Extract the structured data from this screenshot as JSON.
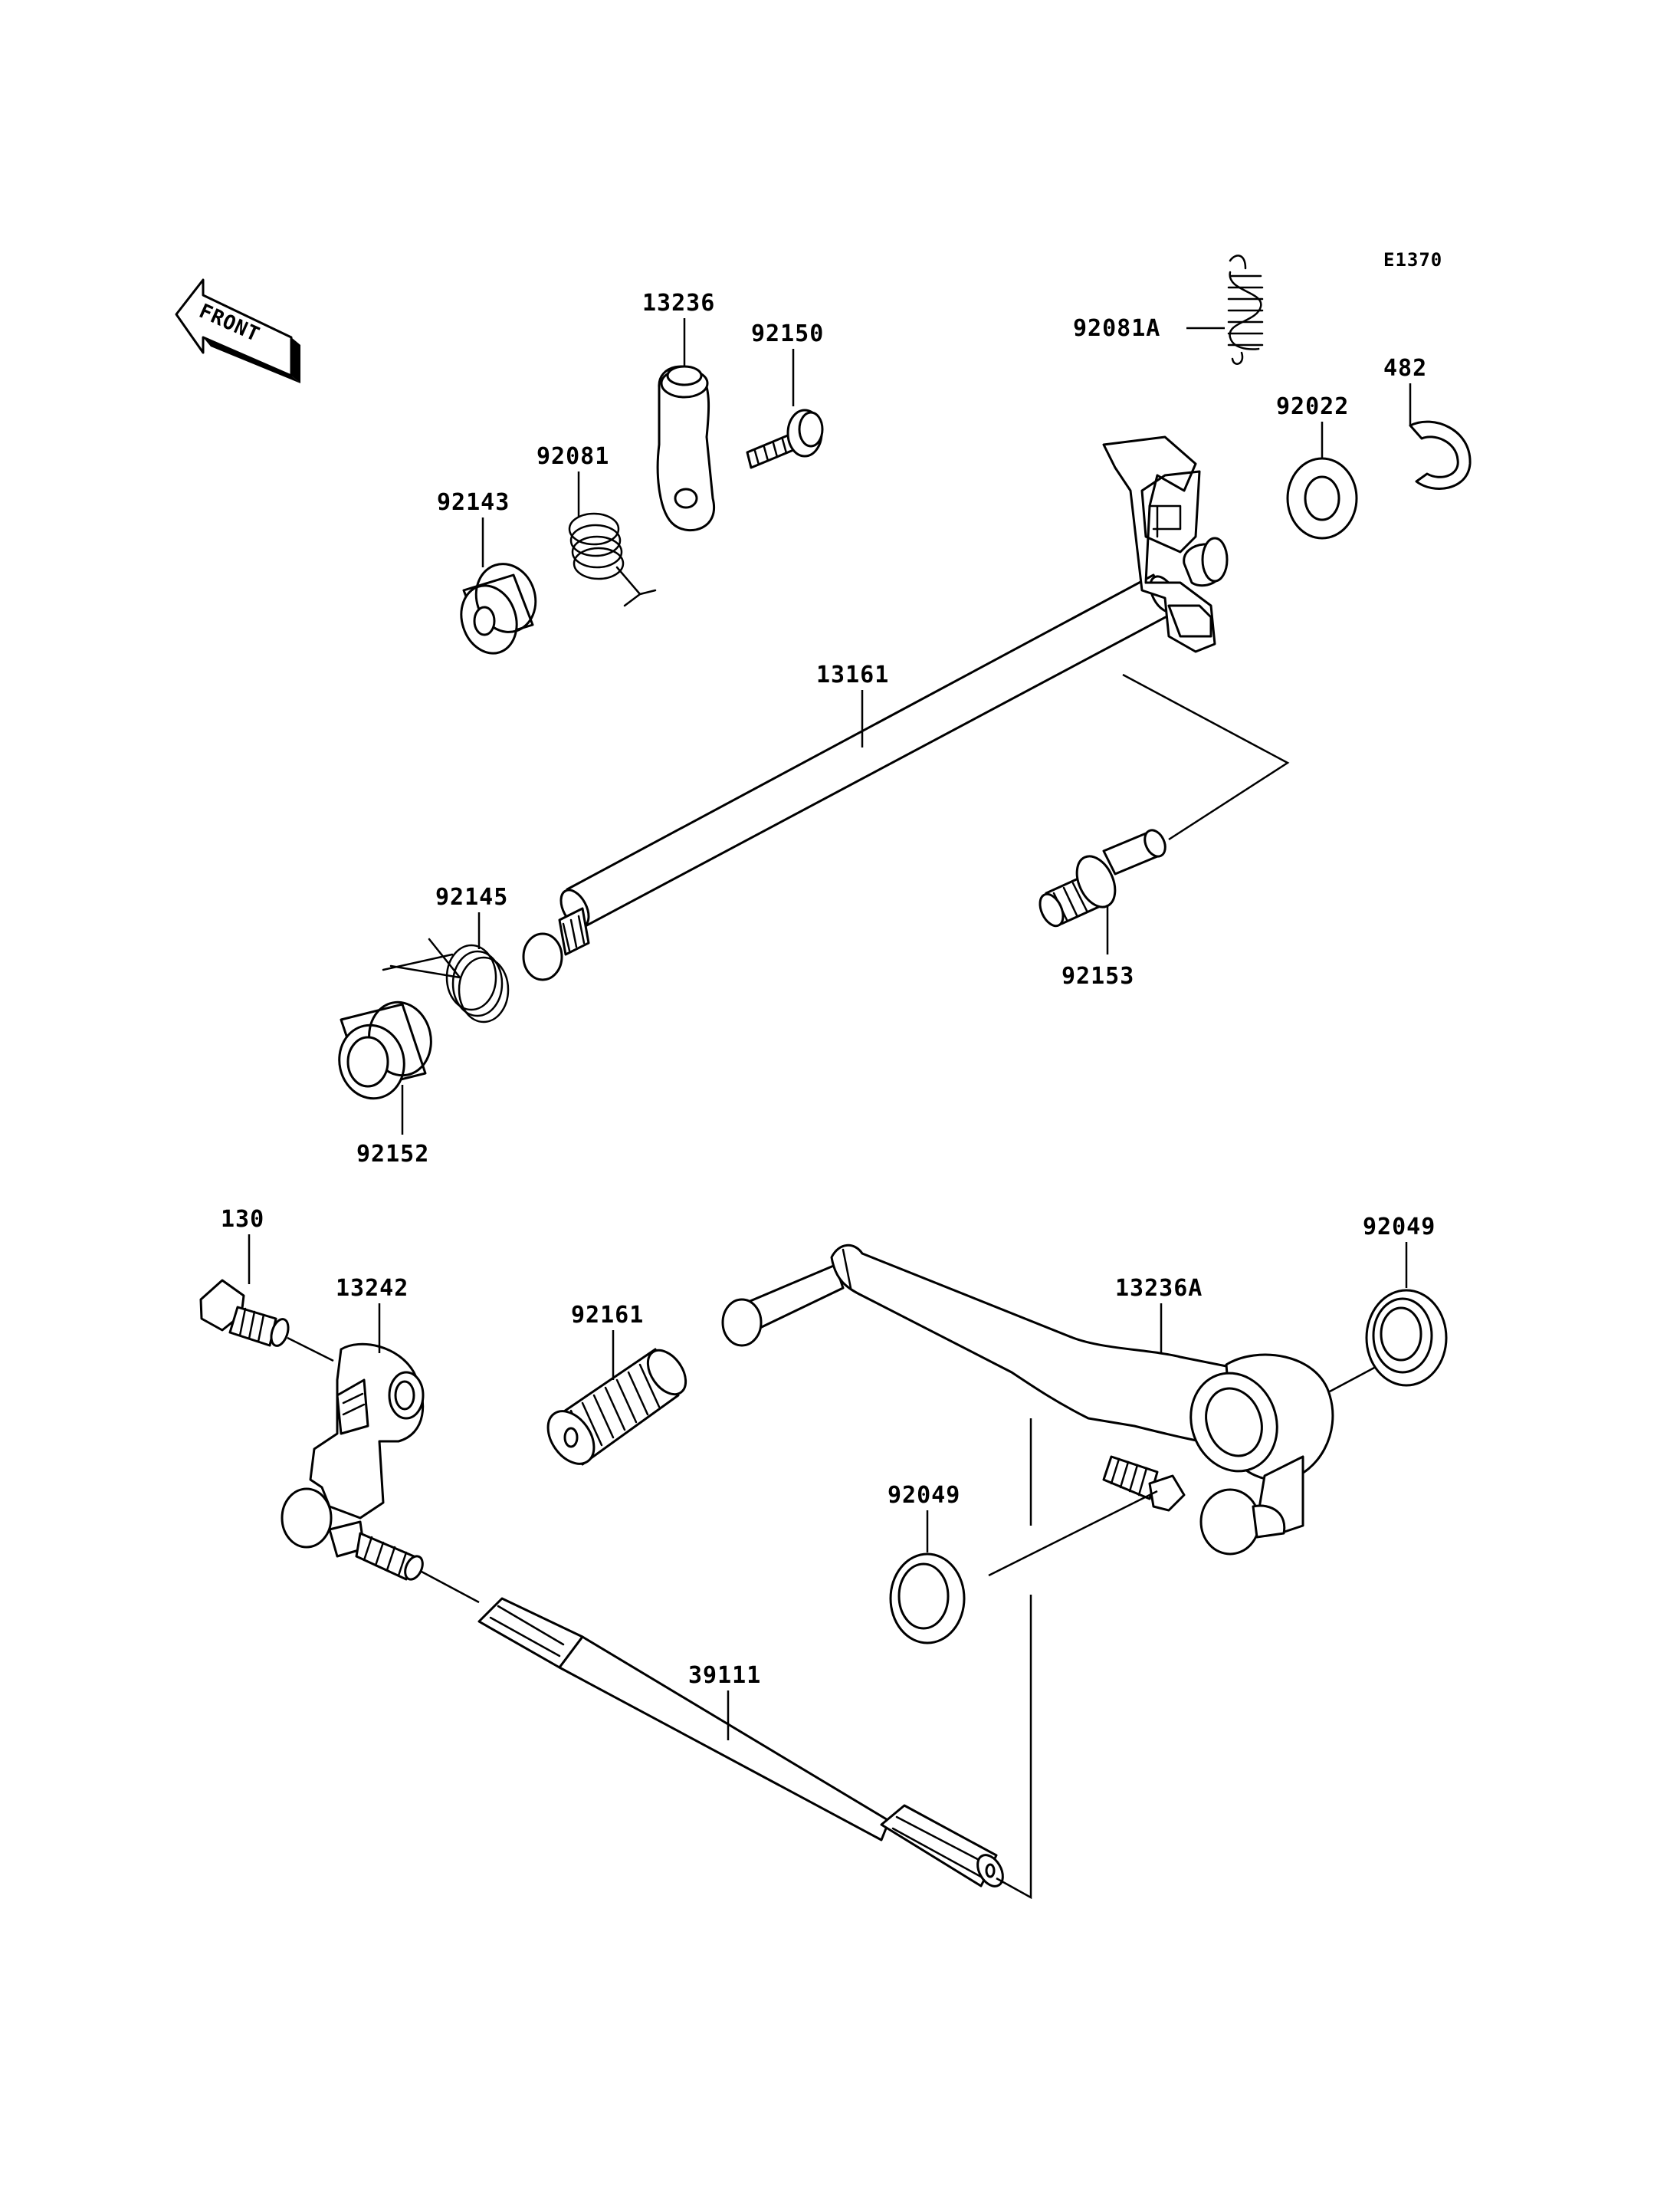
{
  "diagram_code": "E1370",
  "front_label": "FRONT",
  "parts": {
    "p13236": "13236",
    "p92150": "92150",
    "p92081A": "92081A",
    "p482": "482",
    "p92022": "92022",
    "p92081": "92081",
    "p92143": "92143",
    "p13161": "13161",
    "p92145": "92145",
    "p92153": "92153",
    "p92152": "92152",
    "p130": "130",
    "p13242": "13242",
    "p92161": "92161",
    "p13236A": "13236A",
    "p92049_top": "92049",
    "p92049_mid": "92049",
    "p39111": "39111"
  }
}
